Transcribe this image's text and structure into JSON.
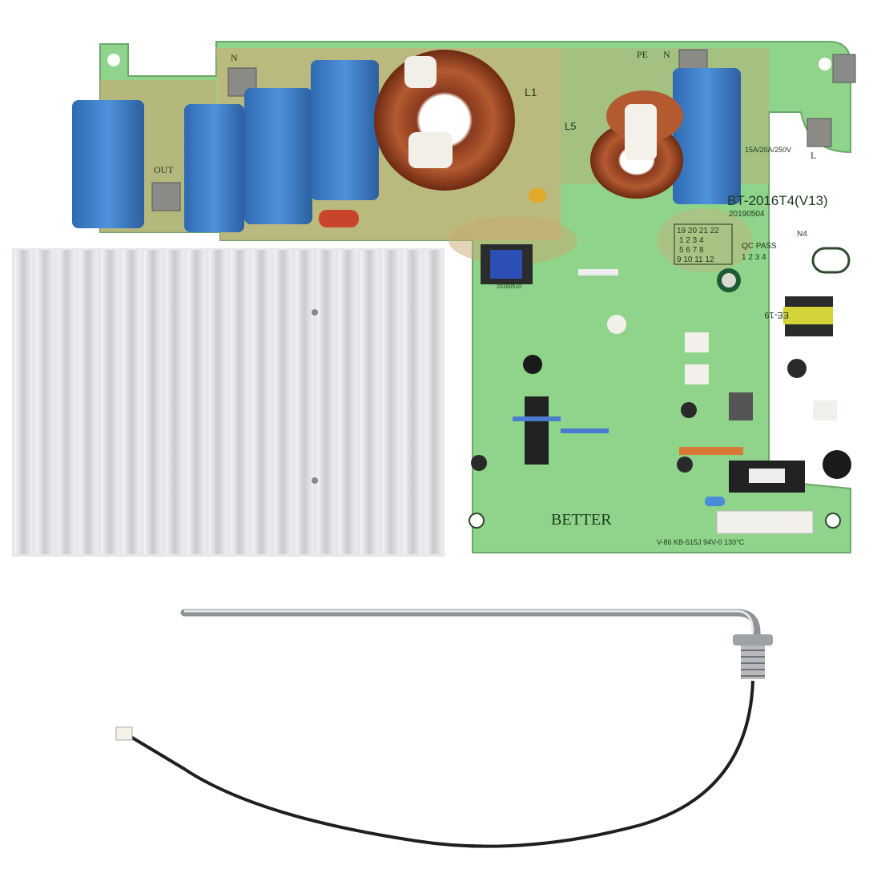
{
  "board": {
    "model": "BT-2016T4(V13)",
    "date": "20190504",
    "brand": "BETTER",
    "inductor_1": "L1",
    "inductor_5": "L5",
    "pe_label": "PE",
    "n_label": "N",
    "n_label_2": "N",
    "l_label": "L",
    "n4_label": "N4",
    "out_label": "OUT",
    "qc_label": "QC PASS",
    "qc_numbers": "1 2 3 4",
    "grid_top": "19 20 21 22",
    "grid_r1": "1 2 3 4",
    "grid_r2": "5 6 7 8",
    "grid_r3": "9 10 11 12",
    "transformer_label": "EE-19",
    "footer_marks": "V-86  KB-515J  94V-0  130°C",
    "board_date_2": "20160510",
    "fuse_label": "15A/20A/250V"
  },
  "colors": {
    "pcb_green": "#8fd48a",
    "pcb_tan": "#c8b07a",
    "capacitor_blue": "#3f7fc8",
    "heatsink": "#dcdde0",
    "copper": "#9a4a2a"
  }
}
